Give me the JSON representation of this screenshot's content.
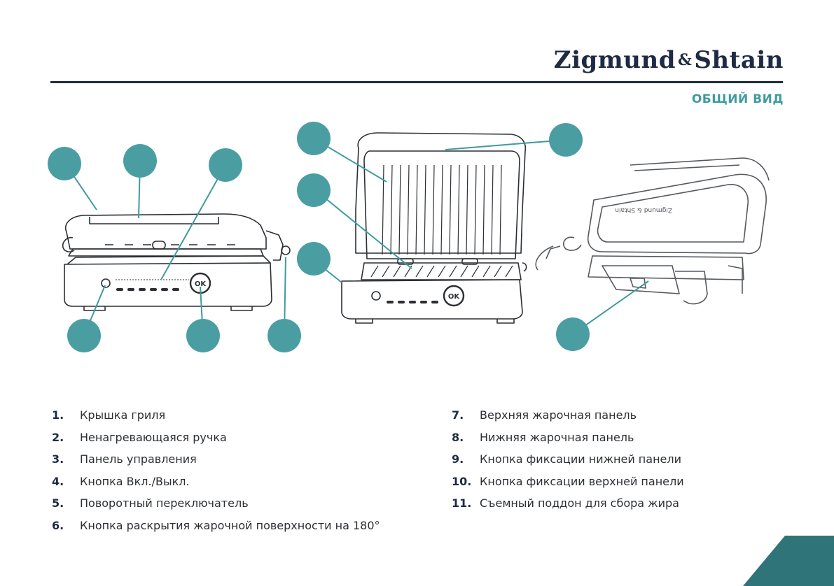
{
  "header": {
    "brand_part1": "Zigmund",
    "brand_amp": "&",
    "brand_part2": "Shtain",
    "section_title": "ОБЩИЙ ВИД"
  },
  "legend": {
    "left": [
      {
        "num": "1.",
        "text": "Крышка гриля"
      },
      {
        "num": "2.",
        "text": "Ненагревающаяся ручка"
      },
      {
        "num": "3.",
        "text": "Панель управления"
      },
      {
        "num": "4.",
        "text": "Кнопка Вкл./Выкл."
      },
      {
        "num": "5.",
        "text": "Поворотный переключатель"
      },
      {
        "num": "6.",
        "text": "Кнопка раскрытия жарочной поверхности на 180°"
      }
    ],
    "right": [
      {
        "num": "7.",
        "text": "Верхняя жарочная панель"
      },
      {
        "num": "8.",
        "text": "Нижняя жарочная панель"
      },
      {
        "num": "9.",
        "text": "Кнопка фиксации нижней панели"
      },
      {
        "num": "10.",
        "text": "Кнопка фиксации верхней панели"
      },
      {
        "num": "11.",
        "text": "Съемный поддон для сбора жира"
      }
    ]
  },
  "device": {
    "ok_label": "OK"
  },
  "colors": {
    "accent": "#4a9ea2",
    "navy": "#1f2a44",
    "corner": "#2f7479"
  }
}
